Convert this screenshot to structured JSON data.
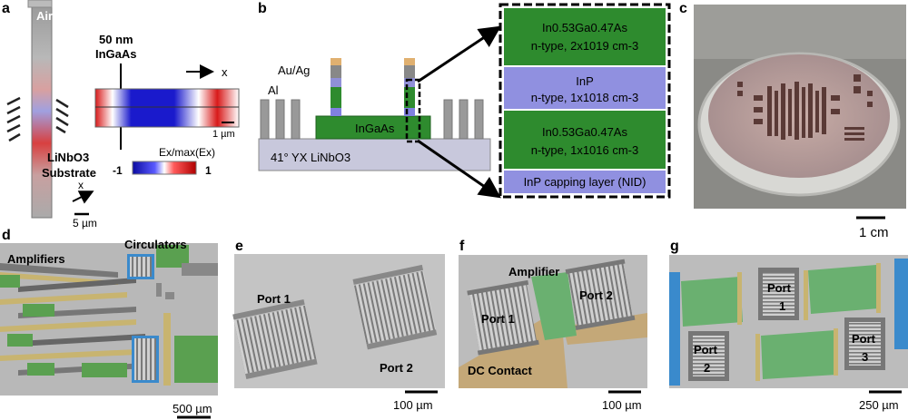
{
  "panels": {
    "a": {
      "letter": "a",
      "air": "Air",
      "thin_film": "50 nm",
      "ingaas": "InGaAs",
      "axis_x": "x",
      "scale": "1 µm",
      "field_label": "Ex/max(Ex)",
      "cbar_min": "-1",
      "cbar_max": "1",
      "substrate_1": "LiNbO3",
      "substrate_2": "Substrate",
      "axis_x2": "x",
      "scale2": "5 µm",
      "colors": {
        "blue": "#1a1acc",
        "red": "#d81a1a",
        "white": "#ffffff"
      }
    },
    "b": {
      "letter": "b",
      "auag": "Au/Ag",
      "al": "Al",
      "ingaas": "InGaAs",
      "substrate": "41° YX LiNbO3",
      "stack": [
        {
          "line1": "In0.53Ga0.47As",
          "line2": "n-type, 2x1019 cm-3",
          "color": "#2e8b2e"
        },
        {
          "line1": "InP",
          "line2": "n-type, 1x1018 cm-3",
          "color": "#9090e0"
        },
        {
          "line1": "In0.53Ga0.47As",
          "line2": "n-type, 1x1016 cm-3",
          "color": "#2e8b2e"
        },
        {
          "line1": "InP capping layer (NID)",
          "line2": "",
          "color": "#9090e0"
        }
      ]
    },
    "c": {
      "letter": "c",
      "scale": "1 cm"
    },
    "d": {
      "letter": "d",
      "amplifiers": "Amplifiers",
      "circulators": "Circulators",
      "scale": "500 µm"
    },
    "e": {
      "letter": "e",
      "port1": "Port 1",
      "port2": "Port 2",
      "scale": "100 µm"
    },
    "f": {
      "letter": "f",
      "amplifier": "Amplifier",
      "port1": "Port 1",
      "port2": "Port 2",
      "dc": "DC Contact",
      "scale": "100 µm"
    },
    "g": {
      "letter": "g",
      "port1a": "Port",
      "port1b": "1",
      "port2a": "Port",
      "port2b": "2",
      "port3a": "Port",
      "port3b": "3",
      "scale": "250 µm"
    }
  }
}
